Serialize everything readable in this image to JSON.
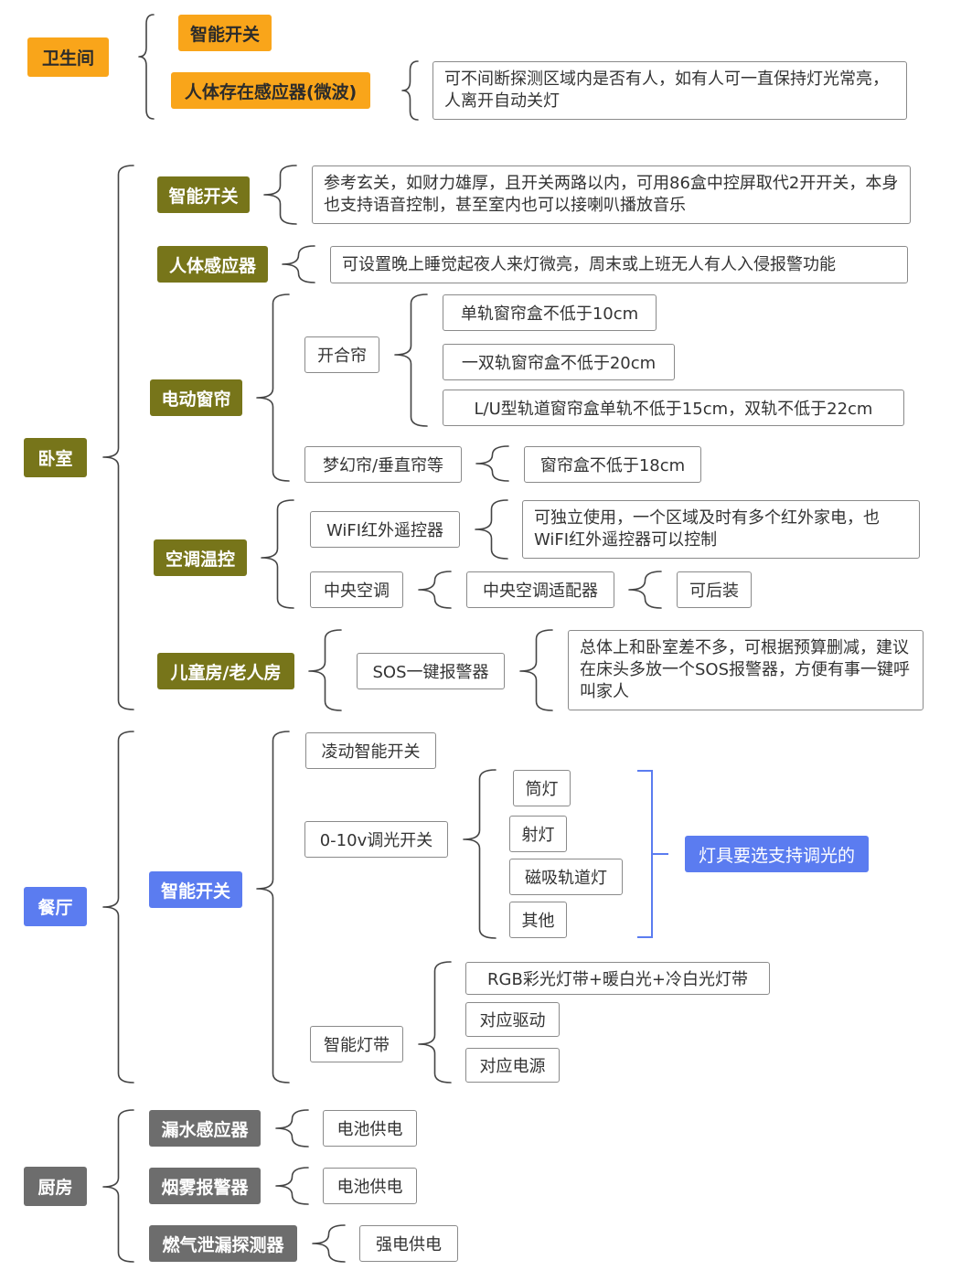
{
  "colors": {
    "bathroom": "#f9a51a",
    "bedroom": "#77751a",
    "dining": "#5b7cf0",
    "kitchen": "#6d6d6d",
    "lines": "#444444",
    "bracket": "#5b7cf0"
  },
  "bathroom": {
    "label": "卫生间",
    "smart_switch": "智能开关",
    "presence_sensor": "人体存在感应器(微波)",
    "presence_note": "可不间断探测区域内是否有人，如有人可一直保持灯光常亮，人离开自动关灯"
  },
  "bedroom": {
    "label": "卧室",
    "smart_switch": "智能开关",
    "smart_switch_note": "参考玄关，如财力雄厚，且开关两路以内，可用86盒中控屏取代2开开关，本身也支持语音控制，甚至室内也可以接喇叭播放音乐",
    "motion_sensor": "人体感应器",
    "motion_note": "可设置晚上睡觉起夜人来灯微亮，周末或上班无人有人入侵报警功能",
    "curtain": {
      "label": "电动窗帘",
      "split": "开合帘",
      "split_items": [
        "单轨窗帘盒不低于10cm",
        "一双轨窗帘盒不低于20cm",
        "L/U型轨道窗帘盒单轨不低于15cm，双轨不低于22cm"
      ],
      "dream": "梦幻帘/垂直帘等",
      "dream_note": "窗帘盒不低于18cm"
    },
    "ac": {
      "label": "空调温控",
      "wifi_ir": "WiFI红外遥控器",
      "wifi_note": "可独立使用，一个区域及时有多个红外家电，也WiFI红外遥控器可以控制",
      "central": "中央空调",
      "adapter": "中央空调适配器",
      "retrofit": "可后装"
    },
    "kids_elderly": {
      "label": "儿童房/老人房",
      "sos": "SOS一键报警器",
      "note": "总体上和卧室差不多，可根据预算删减，建议在床头多放一个SOS报警器，方便有事一键呼叫家人"
    }
  },
  "dining": {
    "label": "餐厅",
    "smart_switch": "智能开关",
    "lingdong": "凌动智能开关",
    "dimmer": "0-10v调光开关",
    "lamps": [
      "筒灯",
      "射灯",
      "磁吸轨道灯",
      "其他"
    ],
    "lamp_note": "灯具要选支持调光的",
    "strip": "智能灯带",
    "strip_items": [
      "RGB彩光灯带+暖白光+冷白光灯带",
      "对应驱动",
      "对应电源"
    ]
  },
  "kitchen": {
    "label": "厨房",
    "leak": "漏水感应器",
    "leak_power": "电池供电",
    "smoke": "烟雾报警器",
    "smoke_power": "电池供电",
    "gas": "燃气泄漏探测器",
    "gas_power": "强电供电"
  }
}
